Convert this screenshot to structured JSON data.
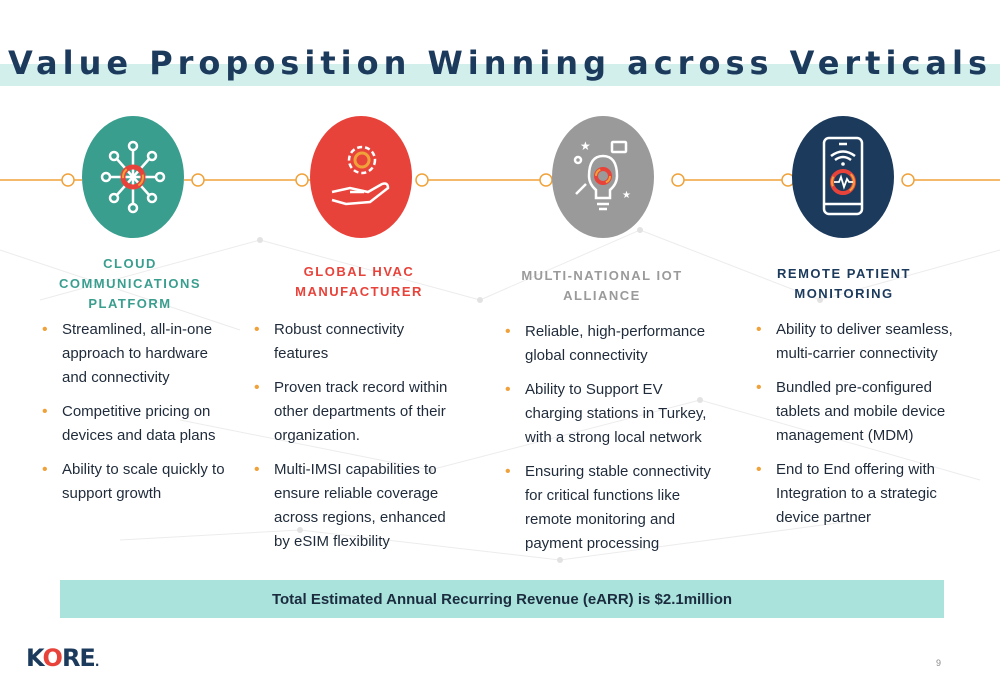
{
  "title": "Value Proposition Winning across Verticals",
  "colors": {
    "teal": "#3a9e8f",
    "red": "#e8433b",
    "gray": "#9a9a9a",
    "navy": "#1b3a5c",
    "orange": "#f0a23a",
    "banner": "#a9e3dc"
  },
  "columns": [
    {
      "icon": "network-hub-icon",
      "title_lines": [
        "CLOUD",
        "COMMUNICATIONS",
        "PLATFORM"
      ],
      "bullets": [
        "Streamlined, all-in-one approach to hardware and connectivity",
        "Competitive pricing on devices and data plans",
        "Ability to scale quickly to support growth"
      ]
    },
    {
      "icon": "gear-in-hand-icon",
      "title_lines": [
        "GLOBAL HVAC",
        "MANUFACTURER"
      ],
      "bullets": [
        "Robust connectivity features",
        "Proven track record within other departments of their organization.",
        "Multi-IMSI capabilities to ensure reliable coverage across regions, enhanced by eSIM flexibility"
      ]
    },
    {
      "icon": "lightbulb-idea-icon",
      "title_lines": [
        "MULTI-NATIONAL IOT",
        "ALLIANCE"
      ],
      "bullets": [
        "Reliable, high-performance global connectivity",
        "Ability to Support EV charging stations in Turkey, with a strong local network",
        "Ensuring stable connectivity for critical functions like remote monitoring and payment processing"
      ]
    },
    {
      "icon": "smartphone-heartbeat-icon",
      "title_lines": [
        "REMOTE PATIENT",
        "MONITORING"
      ],
      "bullets": [
        "Ability to deliver seamless, multi-carrier connectivity",
        "Bundled pre-configured tablets and mobile device management (MDM)",
        "End to End offering with Integration to a strategic device partner"
      ]
    }
  ],
  "banner": "Total Estimated Annual Recurring Revenue (eARR) is $2.1million",
  "logo": {
    "k": "K",
    "o": "O",
    "re": "RE",
    "dot": "."
  },
  "page_number": "9"
}
